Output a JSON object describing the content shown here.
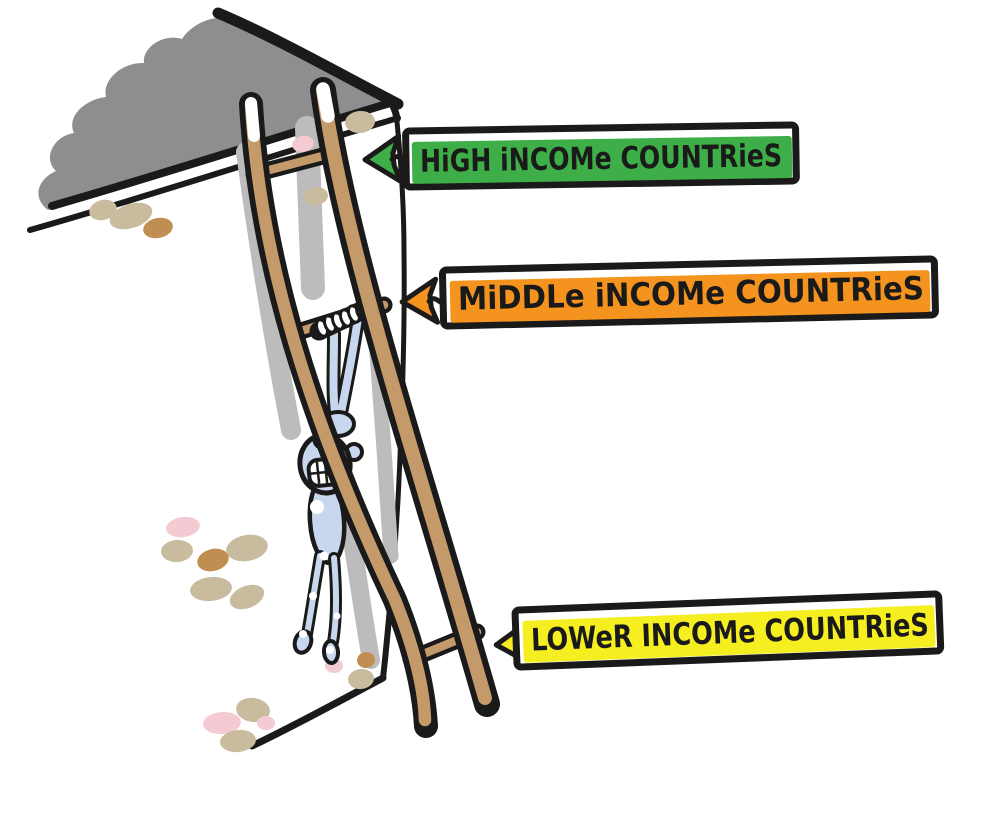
{
  "illustration": {
    "description": "Hand-drawn cartoon: a person dangles from a ladder with missing middle rungs, leaning against a house roof. Three arrow banners label the ladder heights.",
    "banners": {
      "high": {
        "label": "HiGH iNCOMe COUNTRieS",
        "fill": "#3eae49"
      },
      "middle": {
        "label": "MiDDLe iNCOMe COUNTRieS",
        "fill": "#f5931f"
      },
      "lower": {
        "label": "LOWeR INCOMe COUNTRieS",
        "fill": "#f5ee20"
      }
    },
    "colors": {
      "outline": "#1a1a1a",
      "roof_gray": "#8e8e90",
      "ladder_wood": "#c49a6a",
      "wall_shadow": "#bcbcbd",
      "climber_blue": "#c9d7ee",
      "brick_tan": "#c9bb9e",
      "brick_pink": "#f5cbd3",
      "brick_brown": "#c18e51",
      "background": "#ffffff"
    }
  }
}
